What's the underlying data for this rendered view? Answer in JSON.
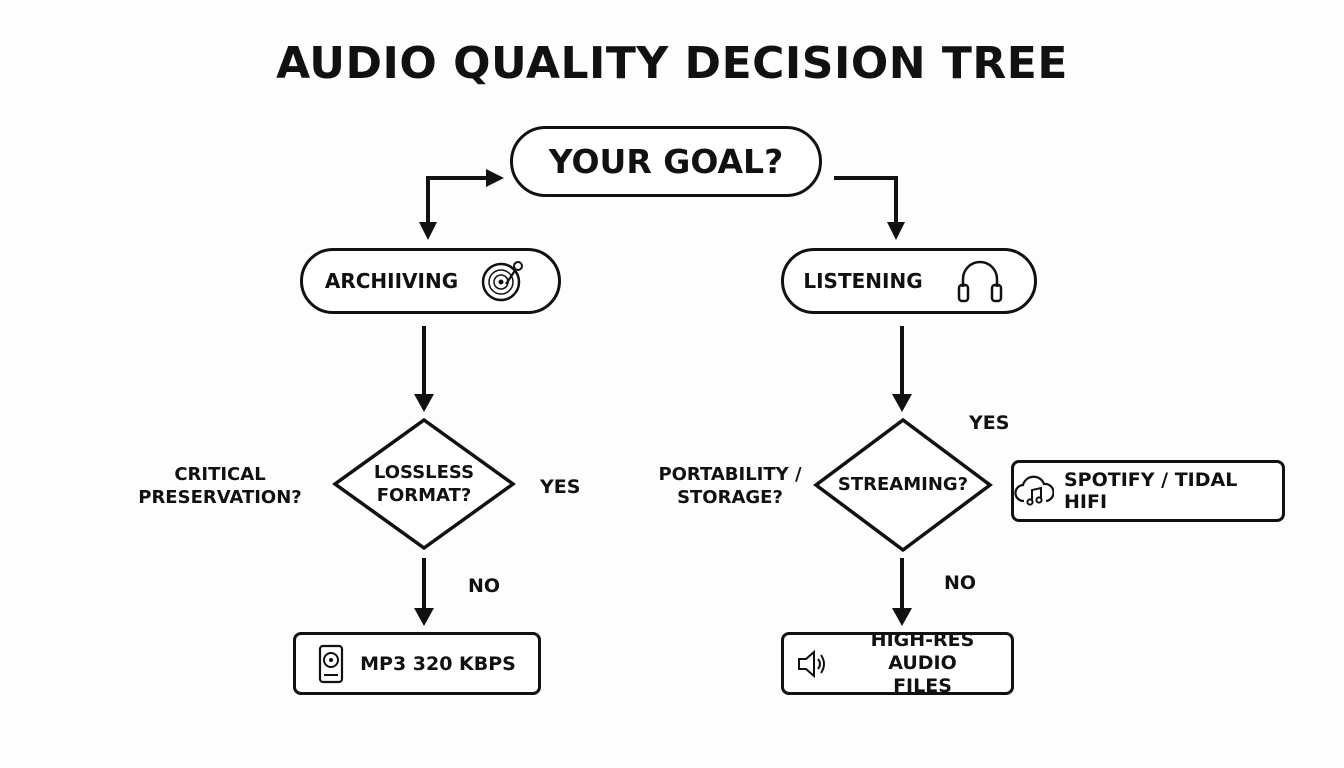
{
  "title": "AUDIO QUALITY DECISION TREE",
  "nodes": {
    "goal": "YOUR GOAL?",
    "archiving": {
      "label": "ARCHIIVING",
      "icon": "vinyl-record-icon"
    },
    "listening": {
      "label": "LISTENING",
      "icon": "headphones-icon"
    },
    "lossless": {
      "line1": "LOSSLESS",
      "line2": "FORMAT?"
    },
    "streaming": "STREAMING?",
    "mp3": {
      "label": "MP3 320 KBPS",
      "icon": "hard-drive-icon"
    },
    "hires": {
      "line1": "HIGH-RES AUDIO",
      "line2": "FILES",
      "icon": "speaker-icon"
    },
    "spotify": {
      "label": "SPOTIFY / TIDAL HIFI",
      "icon": "cloud-music-icon"
    }
  },
  "side_labels": {
    "critical": {
      "line1": "CRITICAL",
      "line2": "PRESERVATION?"
    },
    "portability": {
      "line1": "PORTABILITY /",
      "line2": "STORAGE?"
    }
  },
  "branches": {
    "left_yes": "YES",
    "left_no": "NO",
    "right_yes": "YES",
    "right_no": "NO"
  }
}
